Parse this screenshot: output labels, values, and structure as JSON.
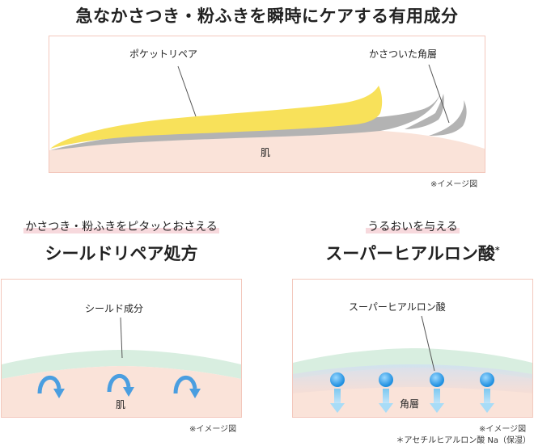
{
  "top": {
    "title": "急なかさつき・粉ふきを瞬時にケアする有用成分",
    "label_pocket": "ポケットリペア",
    "label_rough": "かさついた角層",
    "label_skin": "肌",
    "note": "※イメージ図"
  },
  "left": {
    "subtitle": "かさつき・粉ふきをピタッとおさえる",
    "heading": "シールドリペア処方",
    "label_component": "シールド成分",
    "label_skin": "肌",
    "note": "※イメージ図"
  },
  "right": {
    "subtitle": "うるおいを与える",
    "heading": "スーパーヒアルロン酸",
    "heading_mark": "*",
    "label_component": "スーパーヒアルロン酸",
    "label_layer": "角層",
    "note": "※イメージ図",
    "footnote": "＊アセチルヒアルロン酸 Na（保湿）"
  },
  "colors": {
    "skin": "#fae3d9",
    "frame": "#f3c8bd",
    "yellow": "#f8e15a",
    "gray": "#b3b3b3",
    "shield": "#d8eee0",
    "blue_arrow": "#4a9ee0",
    "ha_dot": "#2f9fe8"
  }
}
